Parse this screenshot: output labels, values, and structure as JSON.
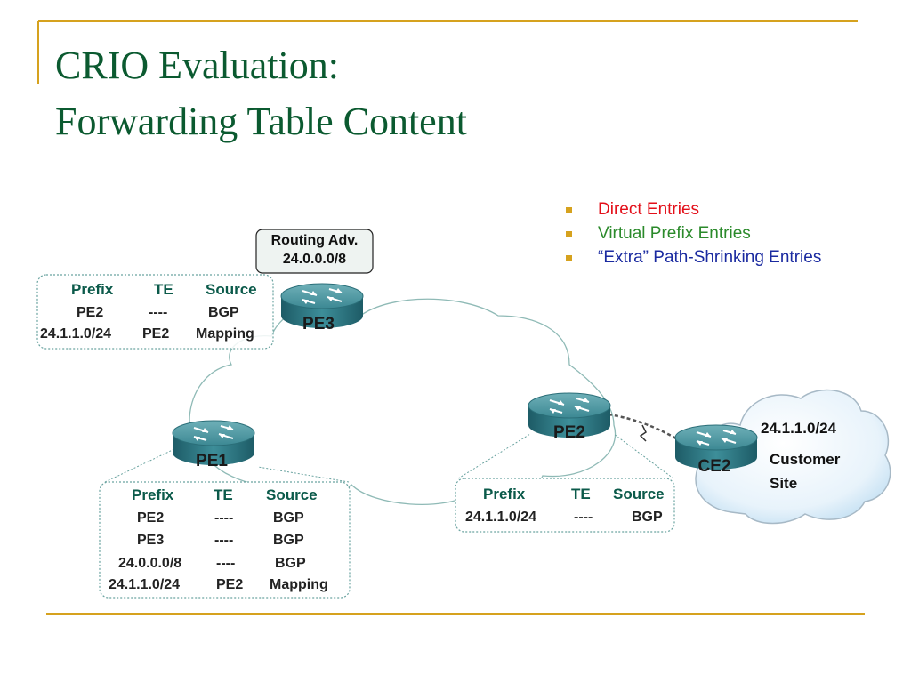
{
  "title": {
    "line1": "CRIO Evaluation:",
    "line2": "Forwarding Table Content"
  },
  "legend": [
    {
      "label": "Direct Entries",
      "color": "#e3101a"
    },
    {
      "label": "Virtual Prefix Entries",
      "color": "#2b8a2b"
    },
    {
      "label": "“Extra” Path-Shrinking Entries",
      "color": "#1a2aa0"
    }
  ],
  "colors": {
    "accent_rule": "#d6a21e",
    "title": "#0b5a30",
    "router_body": "#2f7b86",
    "table_header": "#0b5a4a",
    "dotted_border": "#6aa3a0"
  },
  "routing_adv": {
    "line1": "Routing Adv.",
    "line2": "24.0.0.0/8"
  },
  "routers": {
    "pe1": {
      "label": "PE1",
      "icon": "router-icon"
    },
    "pe2": {
      "label": "PE2",
      "icon": "router-icon"
    },
    "pe3": {
      "label": "PE3",
      "icon": "router-icon"
    },
    "ce2": {
      "label": "CE2",
      "icon": "router-icon"
    }
  },
  "customer_site": {
    "prefix": "24.1.1.0/24",
    "line1": "Customer",
    "line2": "Site"
  },
  "tables": {
    "pe3": {
      "headers": [
        "Prefix",
        "TE",
        "Source"
      ],
      "rows": [
        [
          "PE2",
          "----",
          "BGP"
        ],
        [
          "24.1.1.0/24",
          "PE2",
          "Mapping"
        ]
      ]
    },
    "pe1": {
      "headers": [
        "Prefix",
        "TE",
        "Source"
      ],
      "rows": [
        [
          "PE2",
          "----",
          "BGP"
        ],
        [
          "PE3",
          "----",
          "BGP"
        ],
        [
          "24.0.0.0/8",
          "----",
          "BGP"
        ],
        [
          "24.1.1.0/24",
          "PE2",
          "Mapping"
        ]
      ]
    },
    "pe2": {
      "headers": [
        "Prefix",
        "TE",
        "Source"
      ],
      "rows": [
        [
          "24.1.1.0/24",
          "----",
          "BGP"
        ]
      ]
    }
  }
}
